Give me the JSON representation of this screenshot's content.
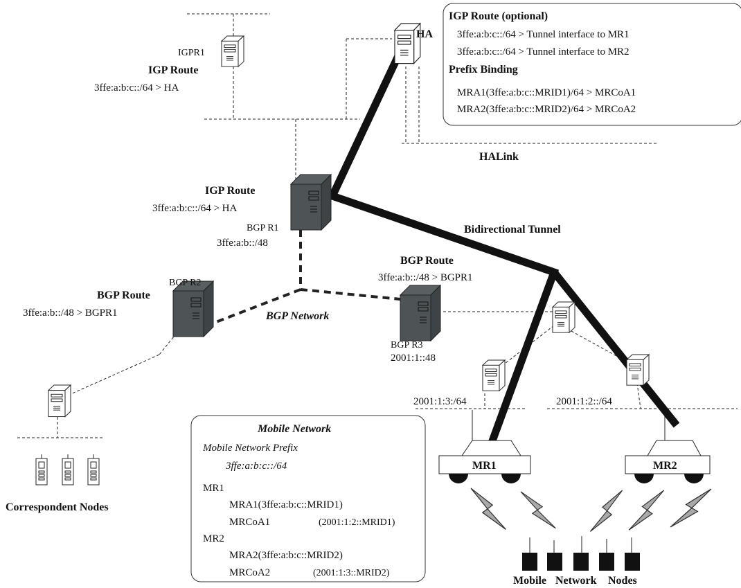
{
  "ha_info": {
    "igp_title": "IGP Route (optional)",
    "igp_line1": "3ffe:a:b:c::/64 > Tunnel interface to MR1",
    "igp_line2": "3ffe:a:b:c::/64 > Tunnel interface to MR2",
    "binding_title": "Prefix Binding",
    "binding_line1": "MRA1(3ffe:a:b:c::MRID1)/64 > MRCoA1",
    "binding_line2": "MRA2(3ffe:a:b:c::MRID2)/64 > MRCoA2"
  },
  "ha": {
    "label": "HA",
    "link_label": "HALink"
  },
  "igpr1": {
    "name": "IGPR1",
    "route_title": "IGP Route",
    "route_value": "3ffe:a:b:c::/64 > HA"
  },
  "bgpr1": {
    "route_title": "IGP Route",
    "route_value": "3ffe:a:b:c::/64 > HA",
    "name": "BGP R1",
    "prefix": "3ffe:a:b::/48"
  },
  "tunnel_label": "Bidirectional Tunnel",
  "bgpr2": {
    "name": "BGP R2",
    "route_title": "BGP Route",
    "route_value": "3ffe:a:b::/48 > BGPR1"
  },
  "bgpr3": {
    "route_title": "BGP Route",
    "route_value": "3ffe:a:b::/48 > BGPR1",
    "name": "BGP R3",
    "prefix": "2001:1::48"
  },
  "bgp_network_label": "BGP Network",
  "access_links": {
    "left_prefix": "2001:1:3:/64",
    "right_prefix": "2001:1:2::/64"
  },
  "mr1_label": "MR1",
  "mr2_label": "MR2",
  "correspondent_label": "Correspondent Nodes",
  "mnn_label": {
    "w1": "Mobile",
    "w2": "Network",
    "w3": "Nodes"
  },
  "mobile_network": {
    "title": "Mobile Network",
    "prefix_title": "Mobile Network Prefix",
    "prefix_value": "3ffe:a:b:c::/64",
    "mr1": "MR1",
    "mr1_mra": "MRA1(3ffe:a:b:c::MRID1)",
    "mr1_coa_name": "MRCoA1",
    "mr1_coa_value": "(2001:1:2::MRID1)",
    "mr2": "MR2",
    "mr2_mra": "MRA2(3ffe:a:b:c::MRID2)",
    "mr2_coa_name": "MRCoA2",
    "mr2_coa_value": "(2001:1:3::MRID2)"
  }
}
